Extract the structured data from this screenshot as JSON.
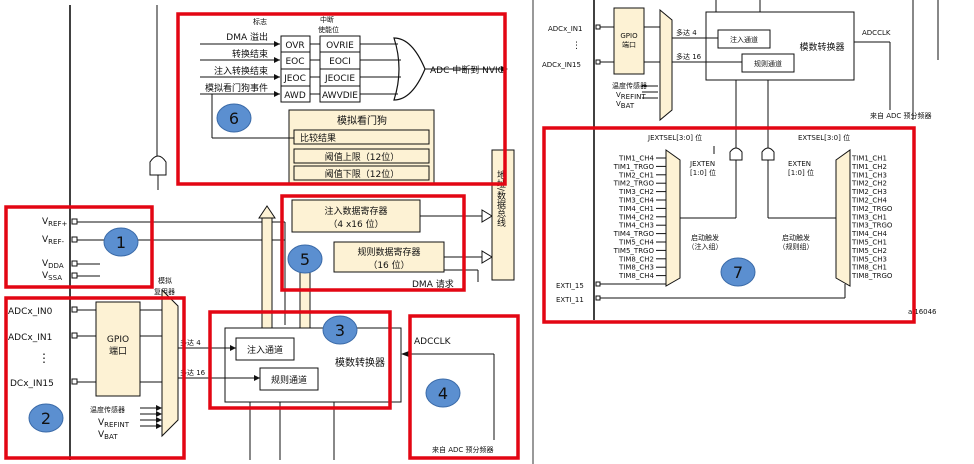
{
  "left": {
    "irq": {
      "col_flags": "标志",
      "col_enable": "中断\n使能位",
      "rows": [
        {
          "src": "DMA 溢出",
          "flag": "OVR",
          "en": "OVRIE"
        },
        {
          "src": "转换结束",
          "flag": "EOC",
          "en": "EOCI"
        },
        {
          "src": "注入转换结束",
          "flag": "JEOC",
          "en": "JEOCIE"
        },
        {
          "src": "模拟看门狗事件",
          "flag": "AWD",
          "en": "AWVDIE"
        }
      ],
      "output": "ADC 中断到 NVIC"
    },
    "watchdog": {
      "title": "模拟看门狗",
      "items": [
        "比较结果",
        "阈值上限（12位）",
        "阈值下限（12位）"
      ]
    },
    "vref": {
      "vref_plus": "V",
      "vref_plus_sub": "REF+",
      "vref_minus": "V",
      "vref_minus_sub": "REF-",
      "vdda": "V",
      "vdda_sub": "DDA",
      "vssa": "V",
      "vssa_sub": "SSA"
    },
    "gpio": {
      "inputs": [
        "ADCx_IN0",
        "ADCx_IN1",
        "⋮",
        "DCx_IN15"
      ],
      "port_label": "GPIO\n端口",
      "internal": [
        "温度传感器",
        "V",
        "V"
      ],
      "vrefint_sub": "REFINT",
      "vbat_sub": "BAT"
    },
    "mux_label": "模拟\n复用器",
    "upto4": "多达 4",
    "upto16": "多达 16",
    "registers": {
      "injected": "注入数据寄存器",
      "injected_size": "（4 x16 位）",
      "regular": "规则数据寄存器",
      "regular_size": "（16 位）",
      "dma_req": "DMA 请求",
      "bus": "地址/数据总线"
    },
    "converter": {
      "injected": "注入通道",
      "regular": "规则通道",
      "title": "模数转换器",
      "adcclk": "ADCCLK"
    },
    "prescaler": "来自 ADC 预分频器",
    "badges": [
      "1",
      "2",
      "3",
      "4",
      "5",
      "6"
    ]
  },
  "right": {
    "inputs": [
      "ADCx_IN1",
      "⋮",
      "ADCx_IN15"
    ],
    "gpio": "GPIO\n端口",
    "internal": [
      "温度传感器",
      "V",
      "V"
    ],
    "vrefint_sub": "REFINT",
    "vbat_sub": "BAT",
    "upto4": "多达 4",
    "upto16": "多达 16",
    "injected": "注入通道",
    "regular": "规则通道",
    "converter": "模数转换器",
    "adcclk": "ADCCLK",
    "prescaler": "来自 ADC 预分频器",
    "jextsel": "JEXTSEL[3:0] 位",
    "extsel": "EXTSEL[3:0] 位",
    "jexten": "JEXTEN\n[1:0] 位",
    "exten": "EXTEN\n[1:0] 位",
    "trigger_inj": "启动触发\n（注入组）",
    "trigger_reg": "启动触发\n（规则组）",
    "inj_sources": [
      "TIM1_CH4",
      "TIM1_TRGO",
      "TIM2_CH1",
      "TIM2_TRGO",
      "TIM3_CH2",
      "TIM3_CH4",
      "TIM4_CH1",
      "TIM4_CH2",
      "TIM4_CH3",
      "TIM4_TRGO",
      "TIM5_CH4",
      "TIM5_TRGO",
      "TIM8_CH2",
      "TIM8_CH3",
      "TIM8_CH4"
    ],
    "reg_sources": [
      "TIM1_CH1",
      "TIM1_CH2",
      "TIM1_CH3",
      "TIM2_CH2",
      "TIM2_CH3",
      "TIM2_CH4",
      "TIM2_TRGO",
      "TIM3_CH1",
      "TIM3_TRGO",
      "TIM4_CH4",
      "TIM5_CH1",
      "TIM5_CH2",
      "TIM5_CH3",
      "TIM8_CH1",
      "TIM8_TRGO"
    ],
    "exti15": "EXTI_15",
    "exti11": "EXTI_11",
    "figure_id": "ai16046",
    "badge": "7"
  }
}
